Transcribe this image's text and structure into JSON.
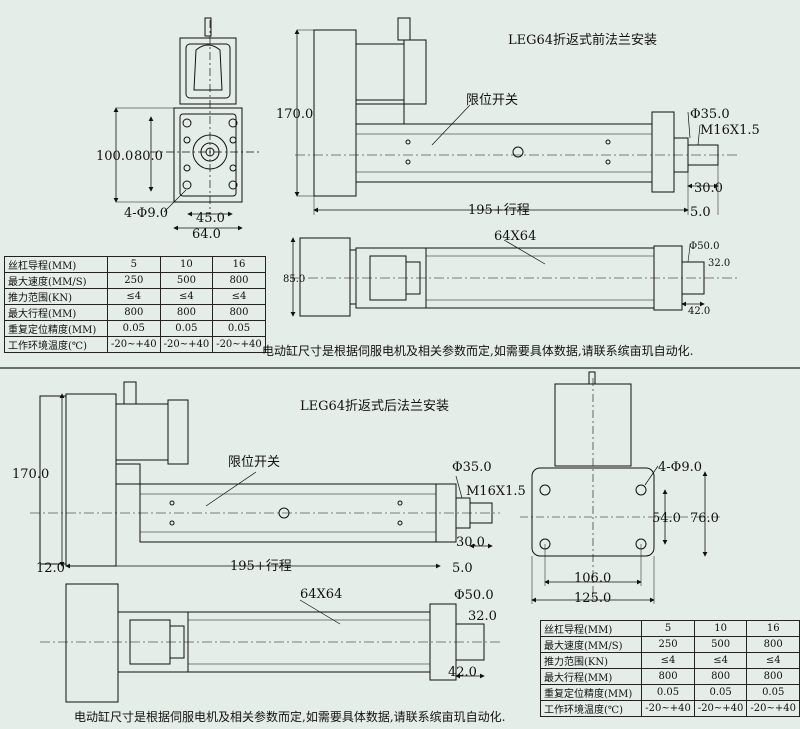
{
  "top": {
    "title": "LEG64折返式前法兰安装",
    "front_view": {
      "height": "100.0",
      "inner": "80.0",
      "holes": "4-Φ9.0",
      "pitch": "45.0",
      "width": "64.0"
    },
    "side_view": {
      "height": "170.0",
      "rod_dia": "Φ35.0",
      "thread": "M16X1.5",
      "rod_len": "30.0",
      "stroke": "195+行程",
      "gap": "5.0",
      "limit_switch": "限位开关"
    },
    "top_view": {
      "body": "64X64",
      "flange_dia": "Φ50.0",
      "rod": "32.0",
      "height": "85.0",
      "end": "42.0"
    },
    "note": "电动缸尺寸是根据伺服电机及相关参数而定,如需要具体数据,请联系缤亩玑自动化."
  },
  "bottom": {
    "title": "LEG64折返式后法兰安装",
    "side_view": {
      "height": "170.0",
      "offset": "12.0",
      "rod_dia": "Φ35.0",
      "thread": "M16X1.5",
      "rod_len": "30.0",
      "stroke": "195+行程",
      "gap": "5.0",
      "limit_switch": "限位开关"
    },
    "top_view": {
      "body": "64X64",
      "flange_dia": "Φ50.0",
      "rod": "32.0",
      "end": "42.0"
    },
    "flange_view": {
      "holes": "4-Φ9.0",
      "inner": "54.0",
      "outer": "76.0",
      "pitch": "106.0",
      "width": "125.0"
    },
    "note": "电动缸尺寸是根据伺服电机及相关参数而定,如需要具体数据,请联系缤亩玑自动化."
  },
  "specs": {
    "rows": [
      {
        "label": "丝杠导程(MM)",
        "values": [
          "5",
          "10",
          "16"
        ]
      },
      {
        "label": "最大速度(MM/S)",
        "values": [
          "250",
          "500",
          "800"
        ]
      },
      {
        "label": "推力范围(KN)",
        "values": [
          "≤4",
          "≤4",
          "≤4"
        ]
      },
      {
        "label": "最大行程(MM)",
        "values": [
          "800",
          "800",
          "800"
        ]
      },
      {
        "label": "重复定位精度(MM)",
        "values": [
          "0.05",
          "0.05",
          "0.05"
        ]
      },
      {
        "label": "工作环境温度(℃)",
        "values": [
          "-20~+40",
          "-20~+40",
          "-20~+40"
        ]
      }
    ]
  }
}
